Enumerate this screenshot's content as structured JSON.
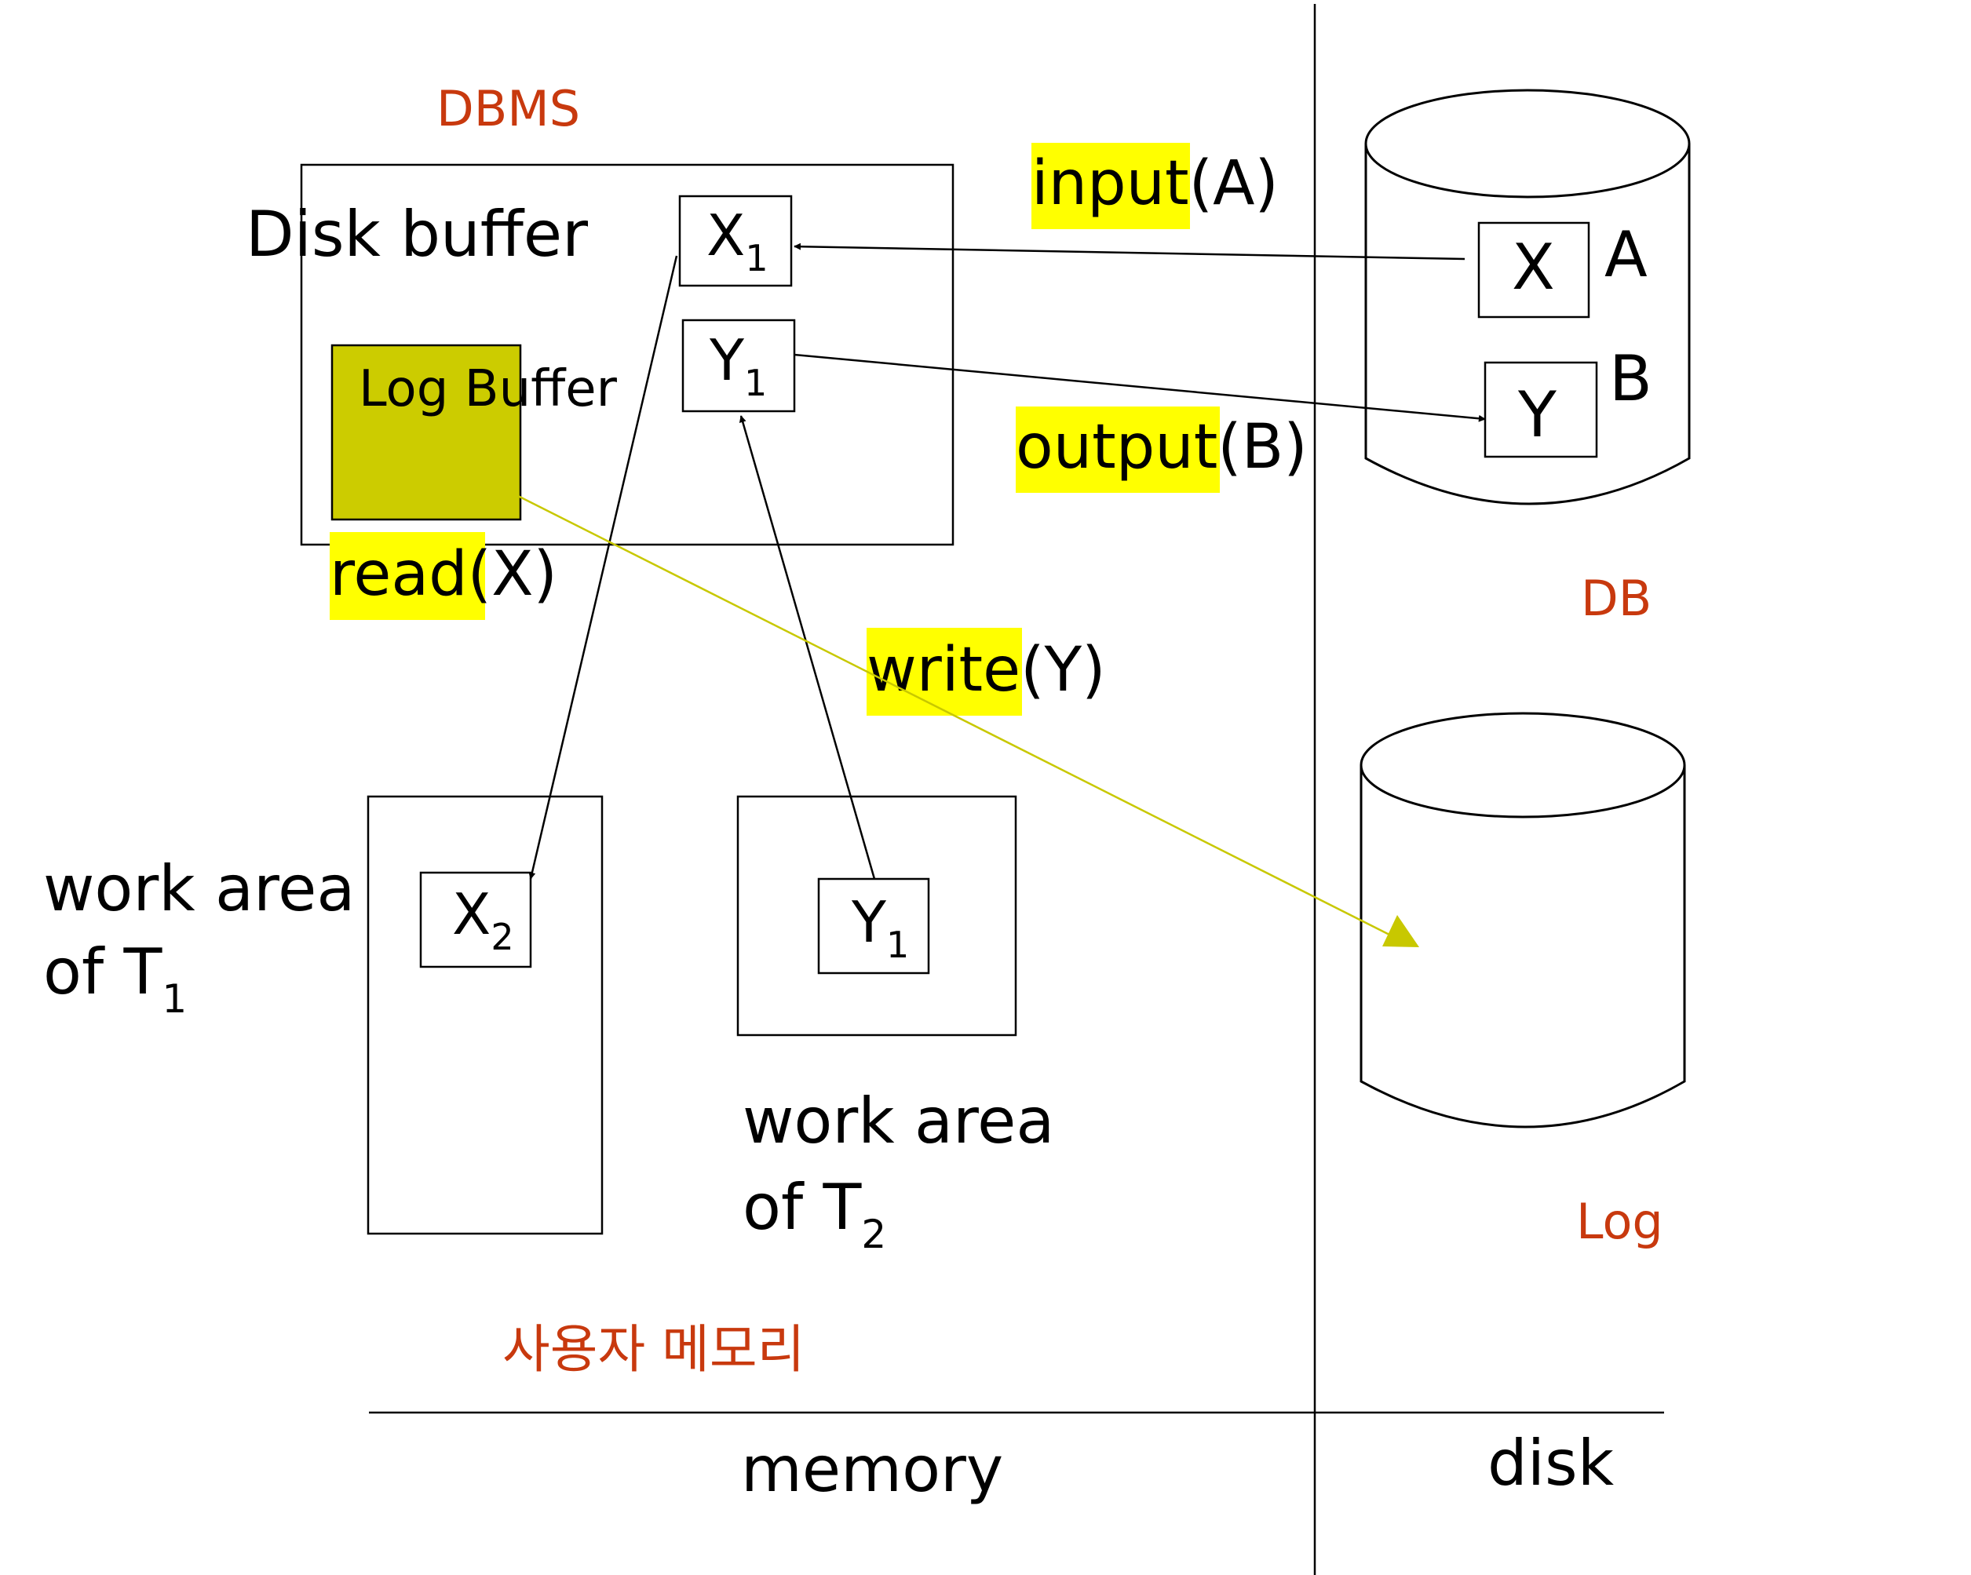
{
  "labels": {
    "dbms": "DBMS",
    "disk_buffer": "Disk buffer",
    "log_buffer": "Log Buffer",
    "work_area_t1_line1": "work area",
    "work_area_t1_line2": "of T",
    "work_area_t1_sub": "1",
    "work_area_t2_line1": "work area",
    "work_area_t2_line2": "of T",
    "work_area_t2_sub": "2",
    "user_memory": "사용자 메모리",
    "memory": "memory",
    "disk": "disk",
    "db": "DB",
    "log": "Log",
    "block_a": "A",
    "block_b": "B"
  },
  "items": {
    "x1": {
      "name": "X",
      "sub": "1"
    },
    "y1": {
      "name": "Y",
      "sub": "1"
    },
    "x2": {
      "name": "X",
      "sub": "2"
    },
    "y1_t2": {
      "name": "Y",
      "sub": "1"
    },
    "x_disk": {
      "name": "X"
    },
    "y_disk": {
      "name": "Y"
    }
  },
  "operations": {
    "input_fn": "input",
    "input_arg": "(A)",
    "output_fn": "output",
    "output_arg": "(B)",
    "read_fn": "read",
    "read_arg": "(X)",
    "write_fn": "write",
    "write_arg": "(Y)"
  },
  "colors": {
    "highlight": "#ffff00",
    "log_buffer_fill": "#cccc00",
    "log_arrow": "#c8c800",
    "label_red": "#c8390e"
  }
}
